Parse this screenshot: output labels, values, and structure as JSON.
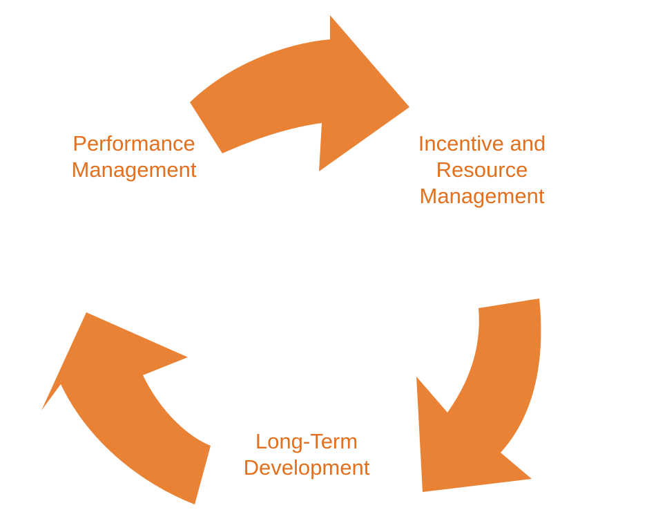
{
  "diagram": {
    "type": "cycle",
    "background_color": "#FFFFFF",
    "arrow_color": "#E98234",
    "label_color": "#E2701E",
    "nodes": [
      {
        "id": "performance-management",
        "label": "Performance\nManagement",
        "position": "top-left"
      },
      {
        "id": "incentive-resource-management",
        "label": "Incentive and\nResource\nManagement",
        "position": "top-right"
      },
      {
        "id": "long-term-development",
        "label": "Long-Term\nDevelopment",
        "position": "bottom-center"
      }
    ],
    "arrows": [
      {
        "id": "arrow-top",
        "name": "arrow-performance-to-incentive",
        "direction": "left-to-right-curved"
      },
      {
        "id": "arrow-right",
        "name": "arrow-incentive-to-development",
        "direction": "top-to-bottom-left-curved"
      },
      {
        "id": "arrow-bottom-left",
        "name": "arrow-development-to-performance",
        "direction": "bottom-right-to-top-left-curved"
      }
    ]
  }
}
